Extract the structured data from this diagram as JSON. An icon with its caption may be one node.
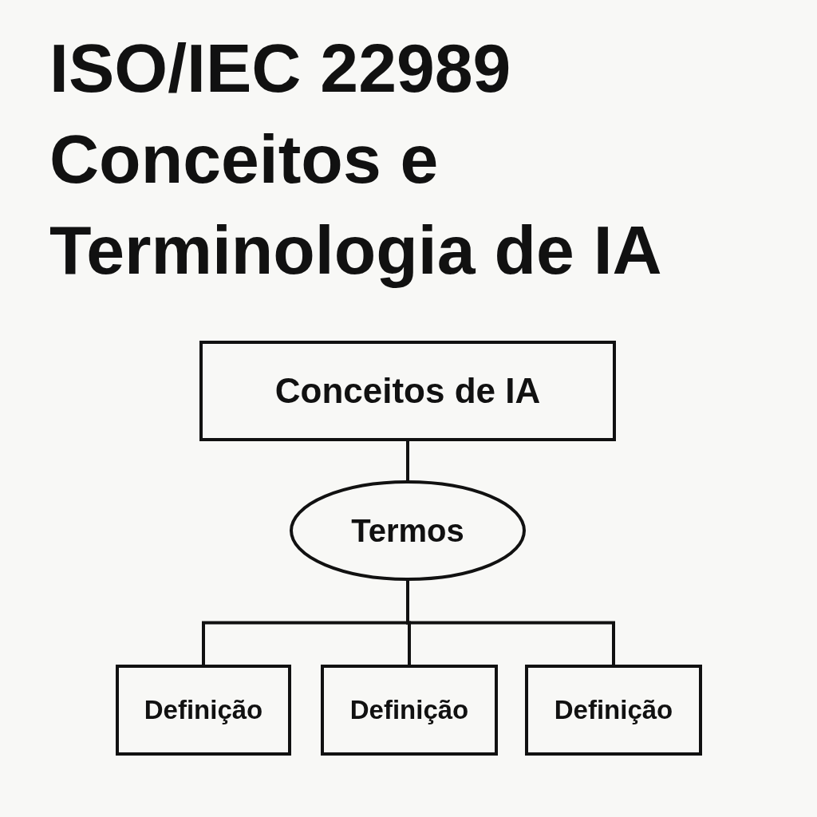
{
  "diagram": {
    "title": "ISO/IEC 22989 Conceitos e Terminologia de IA",
    "nodes": [
      {
        "text": [
          "Conceitos de IA"
        ]
      },
      {
        "text": [
          "Termos"
        ]
      },
      {
        "text": [
          "Definição"
        ]
      },
      {
        "text": [
          "Definição"
        ]
      },
      {
        "text": [
          "Definição"
        ]
      }
    ],
    "edges": [
      {
        "from": 0,
        "to": 1,
        "arrow": "none"
      },
      {
        "from": 1,
        "to": 2,
        "arrow": "none"
      },
      {
        "from": 1,
        "to": 3,
        "arrow": "none"
      },
      {
        "from": 1,
        "to": 4,
        "arrow": "none"
      }
    ]
  }
}
